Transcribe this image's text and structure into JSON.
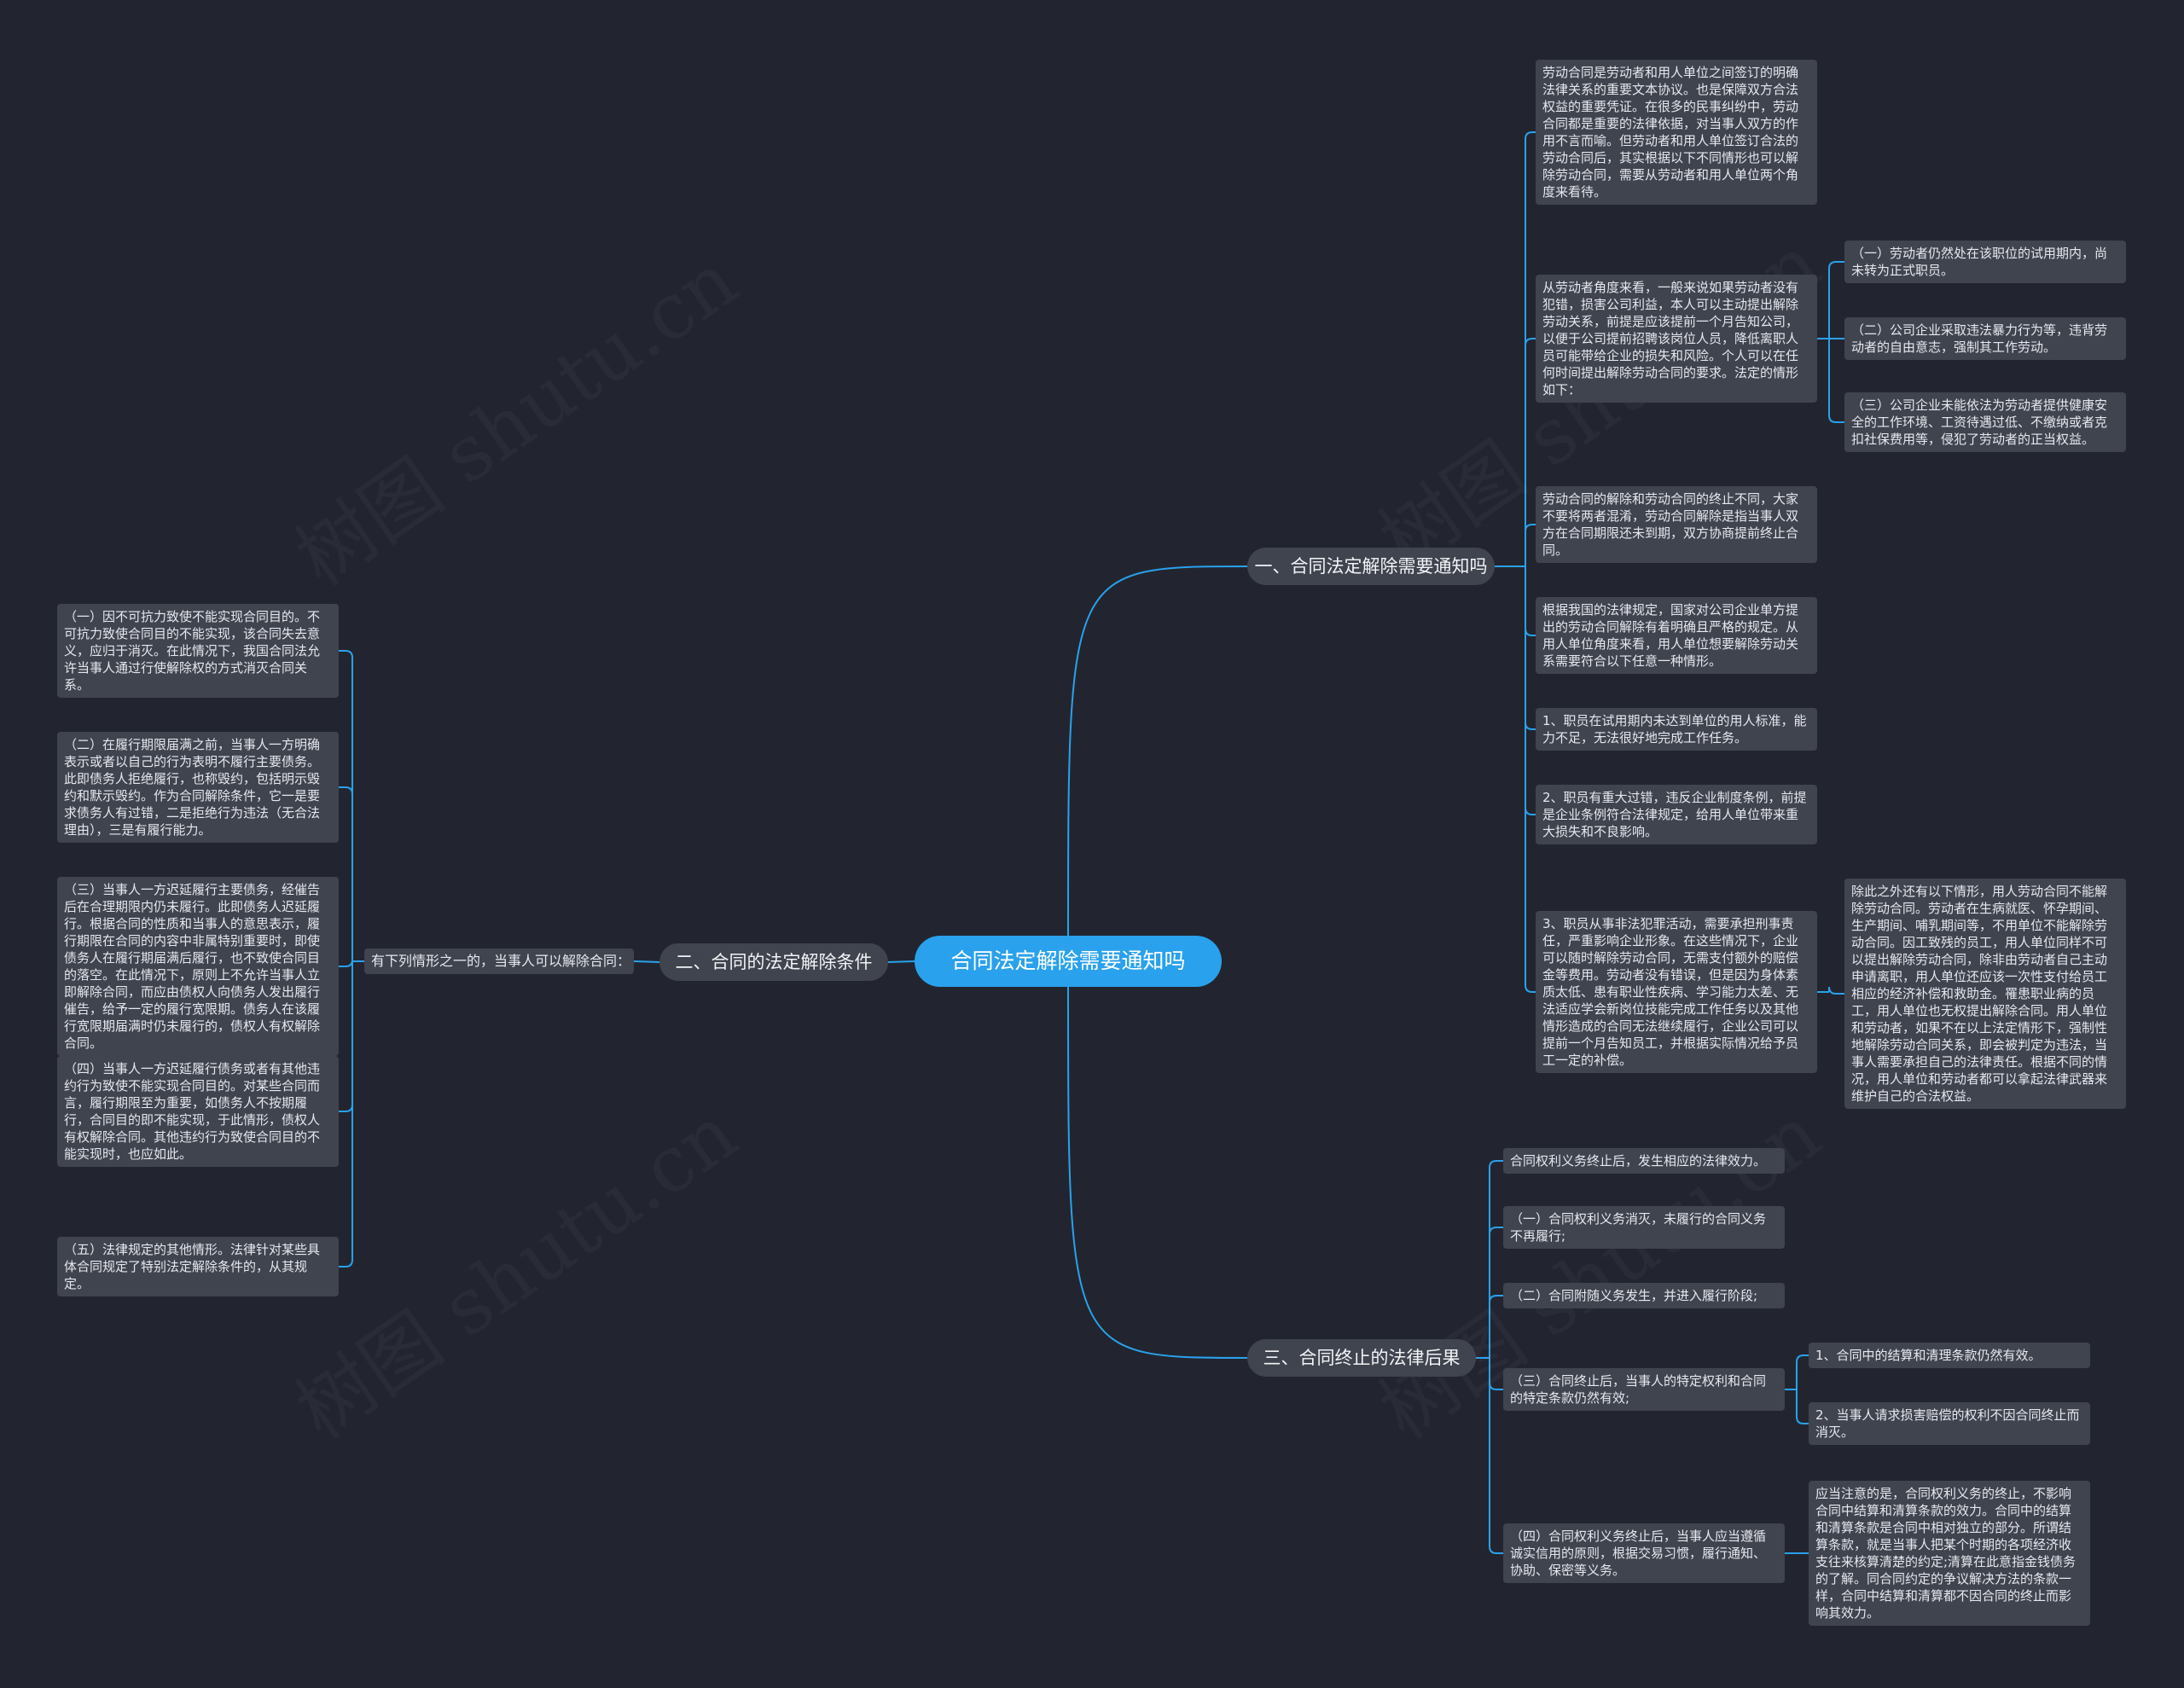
{
  "root": {
    "label": "合同法定解除需要通知吗"
  },
  "branches": {
    "b1": {
      "label": "一、合同法定解除需要通知吗"
    },
    "b2": {
      "label": "二、合同的法定解除条件"
    },
    "b3": {
      "label": "三、合同终止的法律后果"
    }
  },
  "b1_children": {
    "c1": "劳动合同是劳动者和用人单位之间签订的明确法律关系的重要文本协议。也是保障双方合法权益的重要凭证。在很多的民事纠纷中，劳动合同都是重要的法律依据，对当事人双方的作用不言而喻。但劳动者和用人单位签订合法的劳动合同后，其实根据以下不同情形也可以解除劳动合同，需要从劳动者和用人单位两个角度来看待。",
    "c2": "从劳动者角度来看，一般来说如果劳动者没有犯错，损害公司利益，本人可以主动提出解除劳动关系，前提是应该提前一个月告知公司，以便于公司提前招聘该岗位人员，降低离职人员可能带给企业的损失和风险。个人可以在任何时间提出解除劳动合同的要求。法定的情形如下：",
    "c2a": "（一）劳动者仍然处在该职位的试用期内，尚未转为正式职员。",
    "c2b": "（二）公司企业采取违法暴力行为等，违背劳动者的自由意志，强制其工作劳动。",
    "c2c": "（三）公司企业未能依法为劳动者提供健康安全的工作环境、工资待遇过低、不缴纳或者克扣社保费用等，侵犯了劳动者的正当权益。",
    "c3": "劳动合同的解除和劳动合同的终止不同，大家不要将两者混淆，劳动合同解除是指当事人双方在合同期限还未到期，双方协商提前终止合同。",
    "c4": "根据我国的法律规定，国家对公司企业单方提出的劳动合同解除有着明确且严格的规定。从用人单位角度来看，用人单位想要解除劳动关系需要符合以下任意一种情形。",
    "c5": "1、职员在试用期内未达到单位的用人标准，能力不足，无法很好地完成工作任务。",
    "c6": "2、职员有重大过错，违反企业制度条例，前提是企业条例符合法律规定，给用人单位带来重大损失和不良影响。",
    "c7": "3、职员从事非法犯罪活动，需要承担刑事责任，严重影响企业形象。在这些情况下，企业可以随时解除劳动合同，无需支付额外的赔偿金等费用。劳动者没有错误，但是因为身体素质太低、患有职业性疾病、学习能力太差、无法适应学会新岗位技能完成工作任务以及其他情形造成的合同无法继续履行，企业公司可以提前一个月告知员工，并根据实际情况给予员工一定的补偿。",
    "c7a": "除此之外还有以下情形，用人劳动合同不能解除劳动合同。劳动者在生病就医、怀孕期间、生产期间、哺乳期间等，不用单位不能解除劳动合同。因工致残的员工，用人单位同样不可以提出解除劳动合同，除非由劳动者自己主动申请离职，用人单位还应该一次性支付给员工相应的经济补偿和救助金。罹患职业病的员工，用人单位也无权提出解除合同。用人单位和劳动者，如果不在以上法定情形下，强制性地解除劳动合同关系，即会被判定为违法，当事人需要承担自己的法律责任。根据不同的情况，用人单位和劳动者都可以拿起法律武器来维护自己的合法权益。"
  },
  "b2_children": {
    "mid": "有下列情形之一的，当事人可以解除合同：",
    "d1": "（一）因不可抗力致使不能实现合同目的。不可抗力致使合同目的不能实现，该合同失去意义，应归于消灭。在此情况下，我国合同法允许当事人通过行使解除权的方式消灭合同关系。",
    "d2": "（二）在履行期限届满之前，当事人一方明确表示或者以自己的行为表明不履行主要债务。此即债务人拒绝履行，也称毁约，包括明示毁约和默示毁约。作为合同解除条件，它一是要求债务人有过错，二是拒绝行为违法（无合法理由），三是有履行能力。",
    "d3": "（三）当事人一方迟延履行主要债务，经催告后在合理期限内仍未履行。此即债务人迟延履行。根据合同的性质和当事人的意思表示，履行期限在合同的内容中非属特别重要时，即使债务人在履行期届满后履行，也不致使合同目的落空。在此情况下，原则上不允许当事人立即解除合同，而应由债权人向债务人发出履行催告，给予一定的履行宽限期。债务人在该履行宽限期届满时仍未履行的，债权人有权解除合同。",
    "d4": "（四）当事人一方迟延履行债务或者有其他违约行为致使不能实现合同目的。对某些合同而言，履行期限至为重要，如债务人不按期履行，合同目的即不能实现，于此情形，债权人有权解除合同。其他违约行为致使合同目的不能实现时，也应如此。",
    "d5": "（五）法律规定的其他情形。法律针对某些具体合同规定了特别法定解除条件的，从其规定。"
  },
  "b3_children": {
    "e1": "合同权利义务终止后，发生相应的法律效力。",
    "e2": "（一）合同权利义务消灭，未履行的合同义务不再履行;",
    "e3": "（二）合同附随义务发生，并进入履行阶段;",
    "e4": "（三）合同终止后，当事人的特定权利和合同的特定条款仍然有效;",
    "e4a": "1、合同中的结算和清理条款仍然有效。",
    "e4b": "2、当事人请求损害赔偿的权利不因合同终止而消灭。",
    "e5": "（四）合同权利义务终止后，当事人应当遵循诚实信用的原则，根据交易习惯，履行通知、协助、保密等义务。",
    "e5a": "应当注意的是，合同权利义务的终止，不影响合同中结算和清算条款的效力。合同中的结算和清算条款是合同中相对独立的部分。所谓结算条款，就是当事人把某个时期的各项经济收支往来核算清楚的约定;清算在此意指金钱债务的了解。同合同约定的争议解决方法的条款一样，合同中结算和清算都不因合同的终止而影响其效力。"
  },
  "watermark": {
    "text": "树图 shutu.cn"
  },
  "colors": {
    "background": "#22252f",
    "node": "#40444f",
    "root": "#2aa1ec",
    "line": "#2aa1ec",
    "text": "#e6e8ee"
  }
}
